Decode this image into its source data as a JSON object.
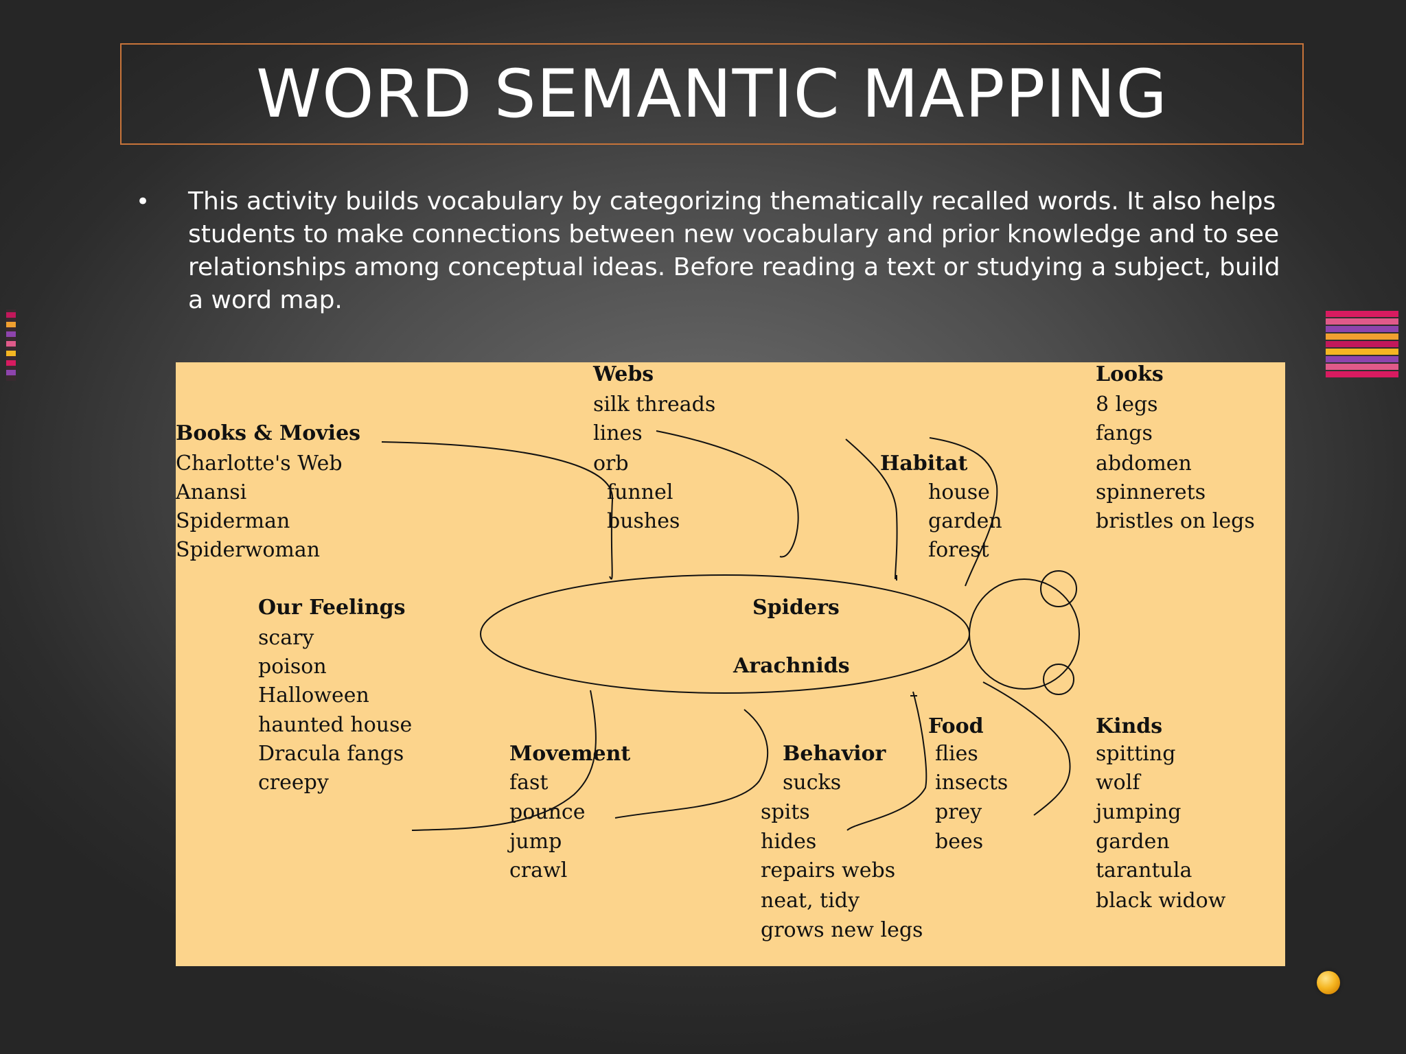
{
  "slide": {
    "title": "WORD SEMANTIC MAPPING",
    "bullet": "•",
    "body": "This activity builds vocabulary by categorizing thematically recalled words. It also helps students to make connections between new vocabulary and prior knowledge and to see relationships among conceptual ideas. Before reading a text or studying a subject, build a word map."
  },
  "colors": {
    "title_border": "#c8743a",
    "map_background": "#fcd48c",
    "deco_stripes": [
      "#c2185b",
      "#e05a8a",
      "#f0a030",
      "#8e44ad",
      "#d81b60",
      "#f5b622"
    ]
  },
  "map": {
    "center": [
      "Spiders",
      "Arachnids"
    ],
    "groups": [
      {
        "id": "books-movies",
        "heading": "Books & Movies",
        "items": [
          "Charlotte's Web",
          "Anansi",
          "Spiderman",
          "Spiderwoman"
        ]
      },
      {
        "id": "webs",
        "heading": "Webs",
        "items": [
          "silk threads",
          "lines",
          "orb",
          "funnel",
          "bushes"
        ]
      },
      {
        "id": "habitat",
        "heading": "Habitat",
        "items": [
          "house",
          "garden",
          "forest"
        ]
      },
      {
        "id": "looks",
        "heading": "Looks",
        "items": [
          "8 legs",
          "fangs",
          "abdomen",
          "spinnerets",
          "bristles on legs"
        ]
      },
      {
        "id": "our-feelings",
        "heading": "Our Feelings",
        "items": [
          "scary",
          "poison",
          "Halloween",
          "haunted house",
          "Dracula fangs",
          "creepy"
        ]
      },
      {
        "id": "movement",
        "heading": "Movement",
        "items": [
          "fast",
          "pounce",
          "jump",
          "crawl"
        ]
      },
      {
        "id": "behavior",
        "heading": "Behavior",
        "items": [
          "sucks",
          "spits",
          "hides",
          "repairs webs",
          "neat, tidy",
          "grows new legs"
        ]
      },
      {
        "id": "food",
        "heading": "Food",
        "items": [
          "flies",
          "insects",
          "prey",
          "bees"
        ]
      },
      {
        "id": "kinds",
        "heading": "Kinds",
        "items": [
          "spitting",
          "wolf",
          "jumping",
          "garden",
          "tarantula",
          "black widow"
        ]
      }
    ]
  }
}
